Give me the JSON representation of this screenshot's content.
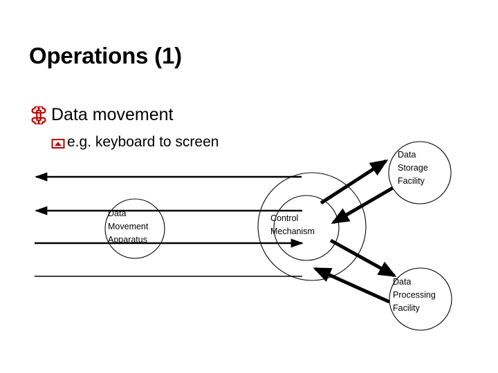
{
  "slide": {
    "title": "Operations (1)",
    "background_color": "#FFFFFF",
    "text_color": "#000000",
    "bullet_color": "#C00000"
  },
  "bullets": [
    {
      "level": 1,
      "glyph": "wingdings-z-place-of-interest",
      "text": "Data movement"
    },
    {
      "level": 2,
      "glyph": "wingdings-y-boxed-chevron",
      "text": "e.g. keyboard to screen"
    }
  ],
  "diagram": {
    "type": "block-flow",
    "nodes": [
      {
        "id": "dma",
        "label": "Data\nMovement\nApparatus",
        "label_lines": [
          "Data",
          "Movement",
          "Apparatus"
        ],
        "shape": "circle"
      },
      {
        "id": "cm",
        "label": "Control\nMechanism",
        "label_lines": [
          "Control",
          "Mechanism"
        ],
        "shape": "circle"
      },
      {
        "id": "dsf",
        "label": "Data\nStorage\nFacility",
        "label_lines": [
          "Data",
          "Storage",
          "Facility"
        ],
        "shape": "circle"
      },
      {
        "id": "dpf",
        "label": "Data\nProcessing\nFacility",
        "label_lines": [
          "Data",
          "Processing",
          "Facility"
        ],
        "shape": "circle"
      }
    ],
    "edges": [
      {
        "from": "outer-boundary",
        "to": "left-edge",
        "direction": "left",
        "style": "thin-arrow"
      },
      {
        "from": "cm",
        "to": "left-edge",
        "direction": "left",
        "style": "thin-arrow"
      },
      {
        "from": "left-edge",
        "to": "cm",
        "direction": "right",
        "style": "thin-arrow"
      },
      {
        "from": "left-edge",
        "to": "outer-boundary",
        "direction": "none",
        "style": "thin-line"
      },
      {
        "from": "cm",
        "to": "dsf",
        "direction": "up-right",
        "style": "thick-arrow"
      },
      {
        "from": "dsf",
        "to": "cm",
        "direction": "down-left",
        "style": "thick-arrow"
      },
      {
        "from": "cm",
        "to": "dpf",
        "direction": "down-right",
        "style": "thick-arrow"
      },
      {
        "from": "dpf",
        "to": "cm",
        "direction": "up-left",
        "style": "thick-arrow"
      }
    ]
  }
}
